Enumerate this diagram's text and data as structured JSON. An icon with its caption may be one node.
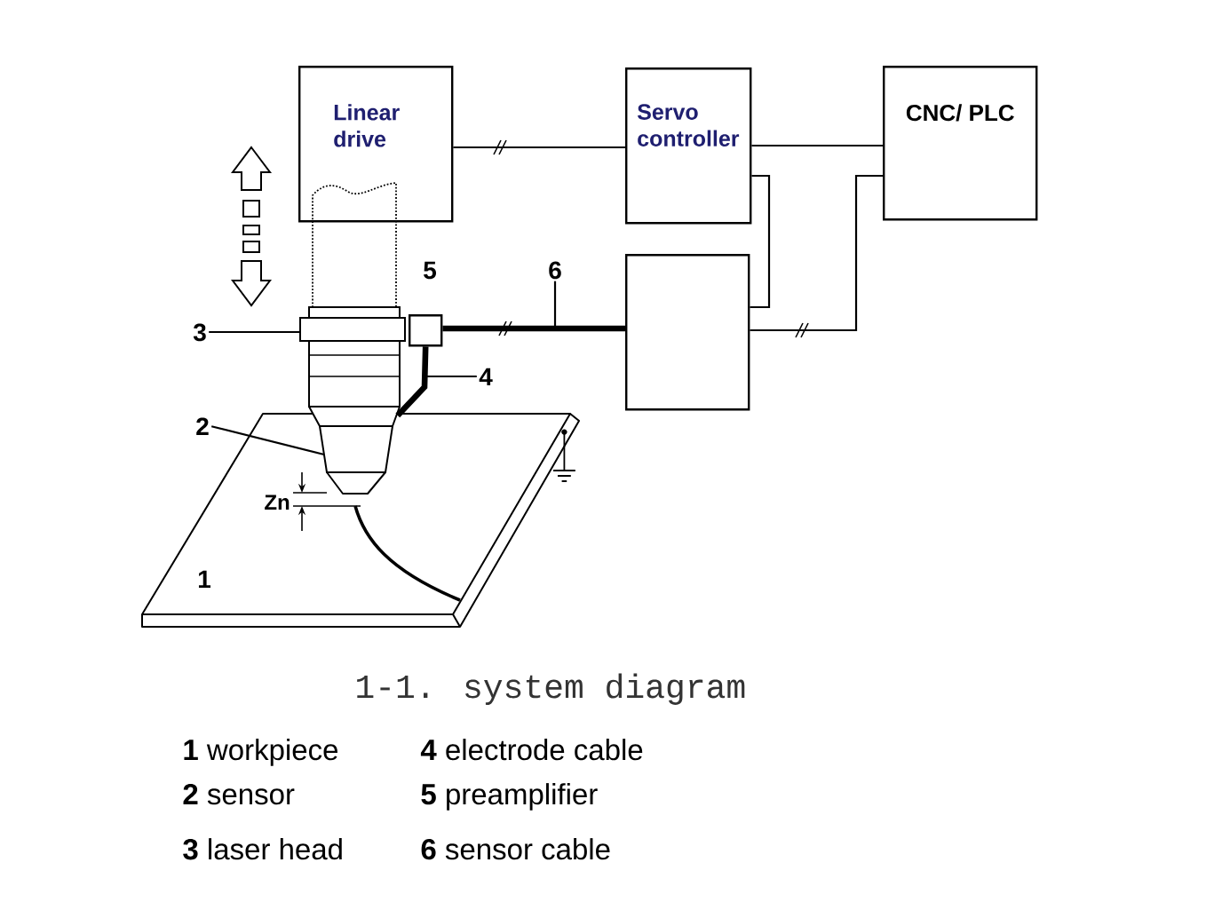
{
  "diagram": {
    "caption": "1-1. system diagram",
    "nodes": [
      {
        "text": [
          "Linear drive"
        ]
      },
      {
        "text": [
          "Servo controller"
        ]
      },
      {
        "text": [
          "CNC/ PLC"
        ]
      },
      {
        "text": [],
        "shape": "box",
        "beside": [
          "5"
        ]
      },
      {
        "text": [
          "6"
        ]
      },
      {
        "text": [],
        "shape": "box"
      },
      {
        "text": [
          "3"
        ]
      },
      {
        "text": [],
        "shape": "picture"
      },
      {
        "text": [
          "4"
        ]
      },
      {
        "text": [
          "2"
        ]
      },
      {
        "text": [],
        "shape": "picture"
      }
    ],
    "edges": [
      {
        "from": 0,
        "to": 1,
        "arrow": "none"
      },
      {
        "from": 1,
        "to": 2,
        "arrow": "none"
      },
      {
        "from": 1,
        "to": 5,
        "arrow": "none"
      },
      {
        "from": 5,
        "to": 2,
        "arrow": "none"
      },
      {
        "from": 3,
        "to": 5,
        "arrow": "none",
        "style": "thick"
      },
      {
        "from": 3,
        "to": 10,
        "arrow": "none",
        "style": "thick"
      },
      {
        "from": 6,
        "to": 7,
        "arrow": "none"
      },
      {
        "from": 9,
        "to": 10,
        "arrow": "none"
      },
      {
        "from": 8,
        "to": null,
        "arrow": "none"
      },
      {
        "from": 4,
        "to": null,
        "arrow": "none"
      }
    ],
    "labels": [
      "Zn",
      "1",
      "**1** workpiece",
      "**4** electrode cable",
      "**2** sensor",
      "**5** preamplifier",
      "**3** laser head",
      "**6** sensor cable"
    ]
  }
}
